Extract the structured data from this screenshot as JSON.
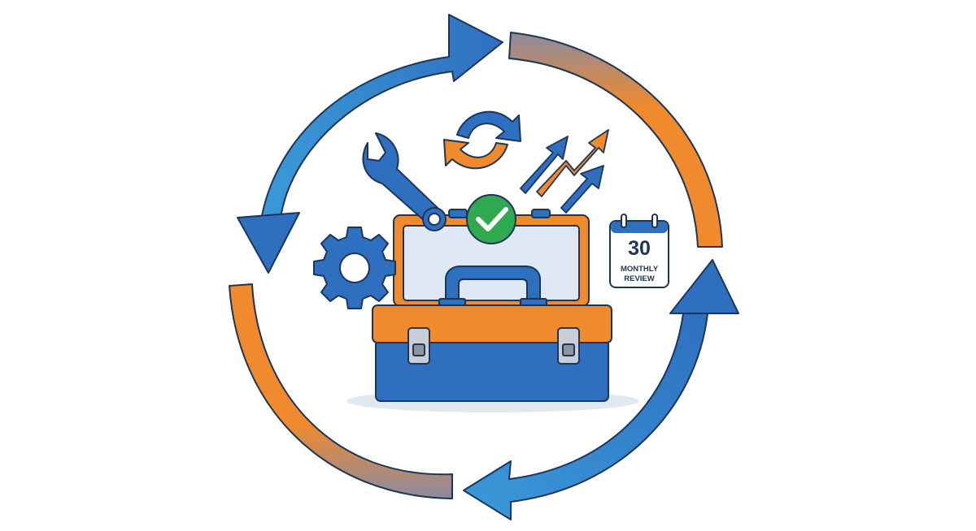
{
  "calendar": {
    "day": "30",
    "line1": "MONTHLY",
    "line2": "REVIEW"
  },
  "icons": [
    "cycle-arrows-icon",
    "refresh-icon",
    "wrench-icon",
    "gear-icon",
    "checkmark-icon",
    "growth-arrows-icon",
    "toolbox-icon",
    "calendar-icon"
  ],
  "colors": {
    "blue": "#2f6fc0",
    "blue_light": "#3a9ad9",
    "orange": "#f08a2c",
    "green": "#2fa84f",
    "outline": "#1d3557",
    "screen": "#dfe9f5",
    "background": "#ffffff"
  }
}
